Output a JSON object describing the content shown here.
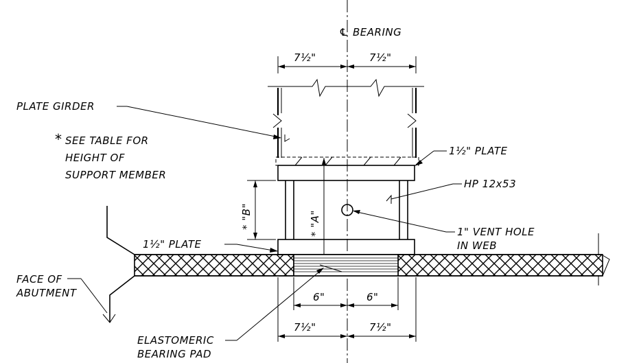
{
  "labels": {
    "cl_bearing": "BEARING",
    "cl_symbol": "℄",
    "plate_girder": "PLATE GIRDER",
    "see_table_mark": "*",
    "see_table_line1": "SEE TABLE FOR",
    "see_table_line2": "HEIGHT OF",
    "see_table_line3": "SUPPORT MEMBER",
    "top_plate": "1½\" PLATE",
    "hp_section": "HP 12x53",
    "vent_hole_line1": "1\" VENT HOLE",
    "vent_hole_line2": "IN WEB",
    "bottom_plate": "1½\" PLATE",
    "face_abutment_line1": "FACE OF",
    "face_abutment_line2": "ABUTMENT",
    "pad_line1": "ELASTOMERIC",
    "pad_line2": "BEARING PAD",
    "dim_b": "* \"B\"",
    "dim_a": "* \"A\""
  },
  "dimensions": {
    "top_left": "7½\"",
    "top_right": "7½\"",
    "pad_left": "6\"",
    "pad_right": "6\"",
    "bottom_left": "7½\"",
    "bottom_right": "7½\""
  }
}
